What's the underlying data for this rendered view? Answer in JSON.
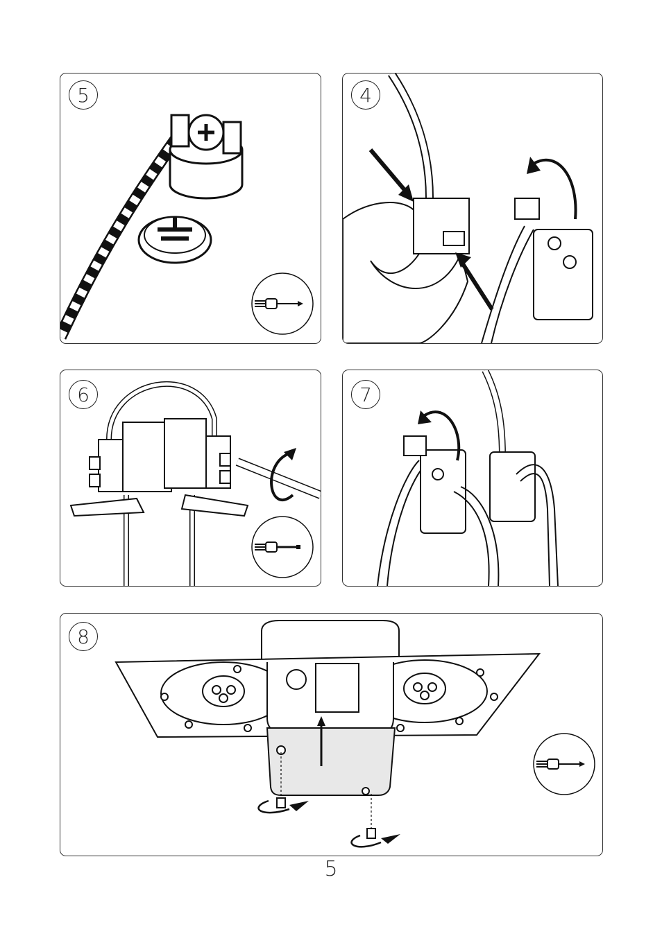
{
  "panels": [
    {
      "id": "p5",
      "step": "5",
      "tool": "phillips-screwdriver"
    },
    {
      "id": "p4",
      "step": "4"
    },
    {
      "id": "p6",
      "step": "6",
      "tool": "flat-screwdriver"
    },
    {
      "id": "p7",
      "step": "7"
    },
    {
      "id": "p8",
      "step": "8",
      "tool": "phillips-screwdriver"
    }
  ],
  "page_number": "5",
  "icons": [
    "screwdriver-icon",
    "arrow-icon",
    "rotate-arrow-icon",
    "ground-symbol-icon"
  ]
}
